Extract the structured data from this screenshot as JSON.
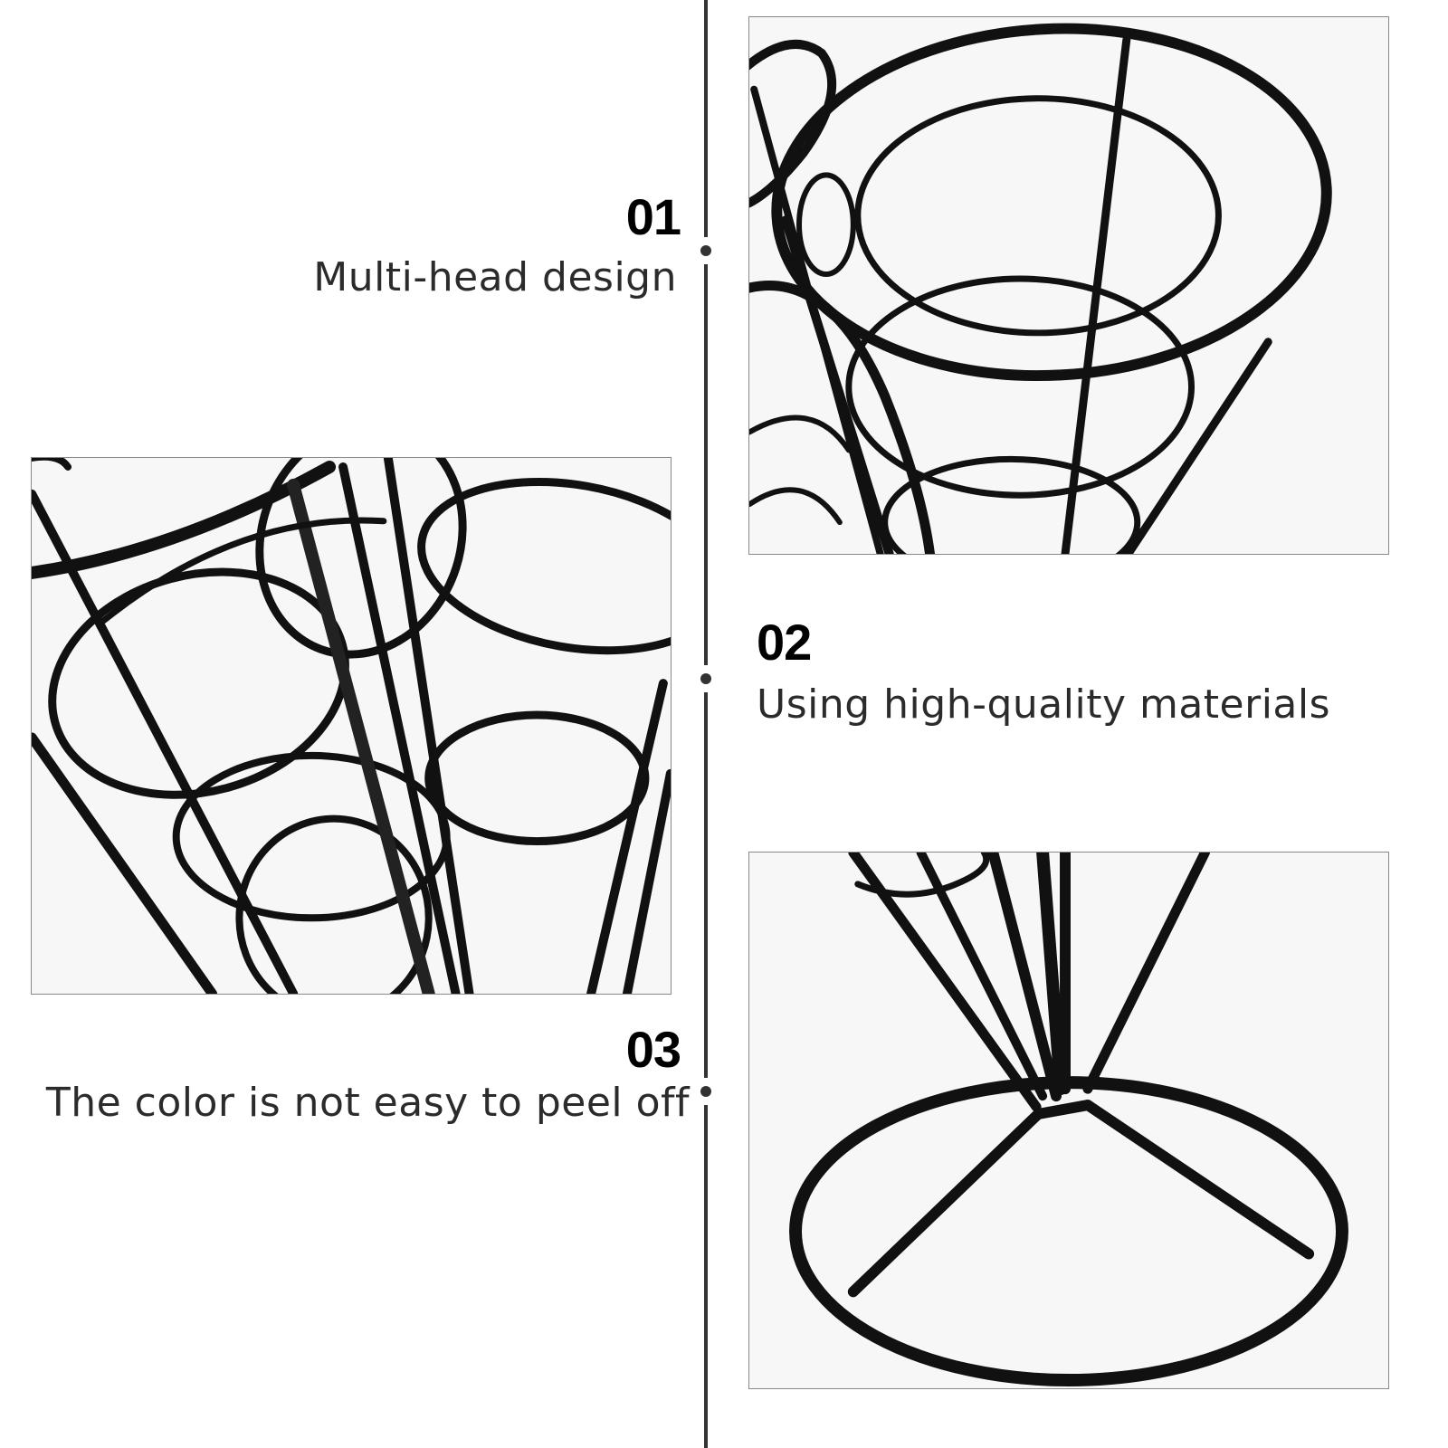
{
  "features": [
    {
      "number": "01",
      "title": "Multi-head design"
    },
    {
      "number": "02",
      "title": "Using high-quality materials"
    },
    {
      "number": "03",
      "title": "The color is not easy to peel off"
    }
  ],
  "images": [
    {
      "name": "top-right-photo",
      "subject": "wire cone holder rings, top view"
    },
    {
      "name": "middle-left-photo",
      "subject": "wire cone holder rings, close-up"
    },
    {
      "name": "bottom-right-photo",
      "subject": "wire cone holder circular base"
    }
  ],
  "colors": {
    "timeline": "#333333",
    "number_text": "#000000",
    "description_text": "#2b2b2b",
    "photo_border": "#8a8a8a",
    "wire": "#111111"
  }
}
